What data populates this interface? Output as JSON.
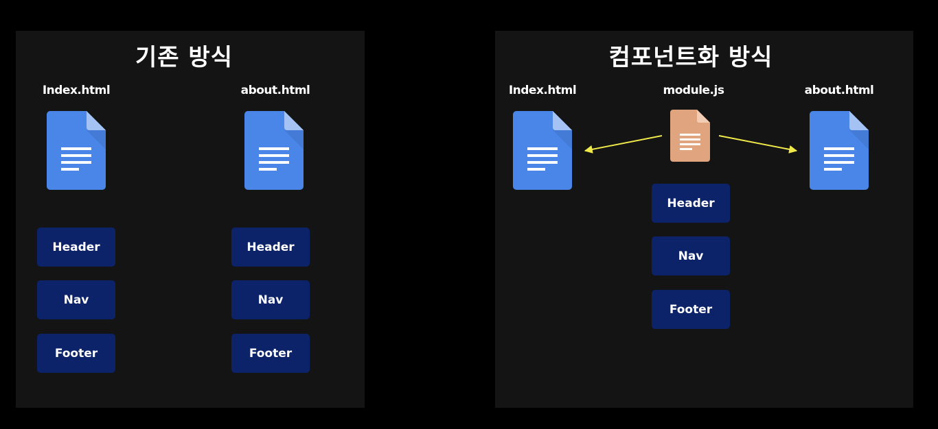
{
  "left_panel": {
    "title": "기존 방식",
    "files": [
      {
        "label": "Index.html"
      },
      {
        "label": "about.html"
      }
    ],
    "blocks_col1": [
      "Header",
      "Nav",
      "Footer"
    ],
    "blocks_col2": [
      "Header",
      "Nav",
      "Footer"
    ]
  },
  "right_panel": {
    "title": "컴포넌트화 방식",
    "files": [
      {
        "label": "Index.html"
      },
      {
        "label": "module.js"
      },
      {
        "label": "about.html"
      }
    ],
    "blocks": [
      "Header",
      "Nav",
      "Footer"
    ]
  },
  "colors": {
    "background": "#000000",
    "panel": "#141414",
    "block": "#0c2369",
    "doc_blue": "#4a86e8",
    "doc_module": "#e0a57e",
    "arrow": "#f0e94a"
  },
  "icons": [
    "html-document-icon",
    "js-module-document-icon"
  ]
}
